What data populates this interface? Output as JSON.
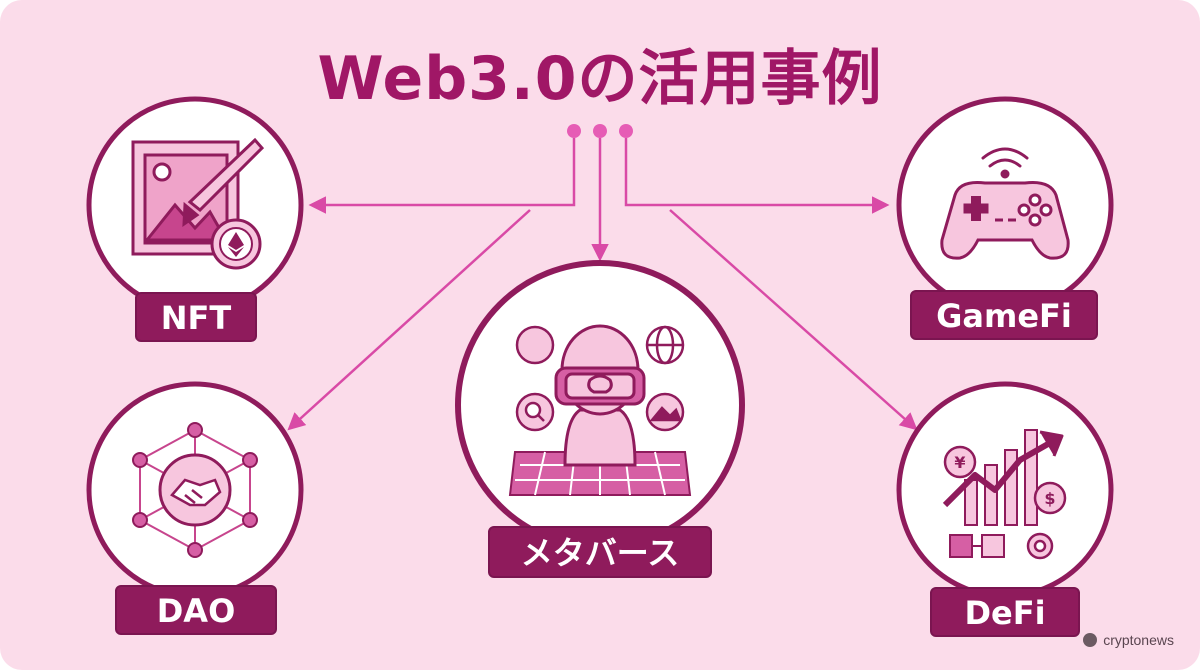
{
  "title": "Web3.0の活用事例",
  "nodes": {
    "nft": "NFT",
    "gamefi": "GameFi",
    "metaverse": "メタバース",
    "dao": "DAO",
    "defi": "DeFi"
  },
  "watermark": "cryptonews",
  "colors": {
    "background": "#fbdcea",
    "accent": "#a01766",
    "label_bg": "#8f1b5c",
    "line": "#d94aa6"
  }
}
